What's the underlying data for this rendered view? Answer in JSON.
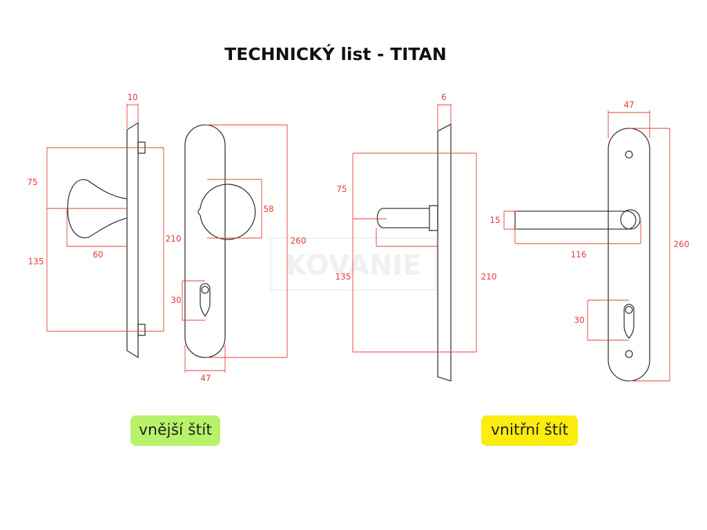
{
  "title": "TECHNICKÝ list - TITAN",
  "watermark": "KOVANIE",
  "colors": {
    "dimension": "#e53935",
    "outline": "#333333",
    "outer_badge": "#b8f26a",
    "inner_badge": "#fcec0f"
  },
  "outer_shield": {
    "label": "vnější štít",
    "dimensions": {
      "thickness": "10",
      "knob_height": "75",
      "bottom_offset": "135",
      "knob_length": "60",
      "screw_spacing": "210",
      "knob_diameter": "58",
      "length": "260",
      "cylinder": "30",
      "width": "47"
    }
  },
  "inner_shield": {
    "label": "vnitřní štít",
    "dimensions": {
      "thickness": "6",
      "width_top": "47",
      "handle_height": "75",
      "bottom_offset": "135",
      "screw_spacing": "210",
      "handle_thickness": "15",
      "handle_length": "116",
      "length": "260",
      "cylinder": "30"
    }
  }
}
